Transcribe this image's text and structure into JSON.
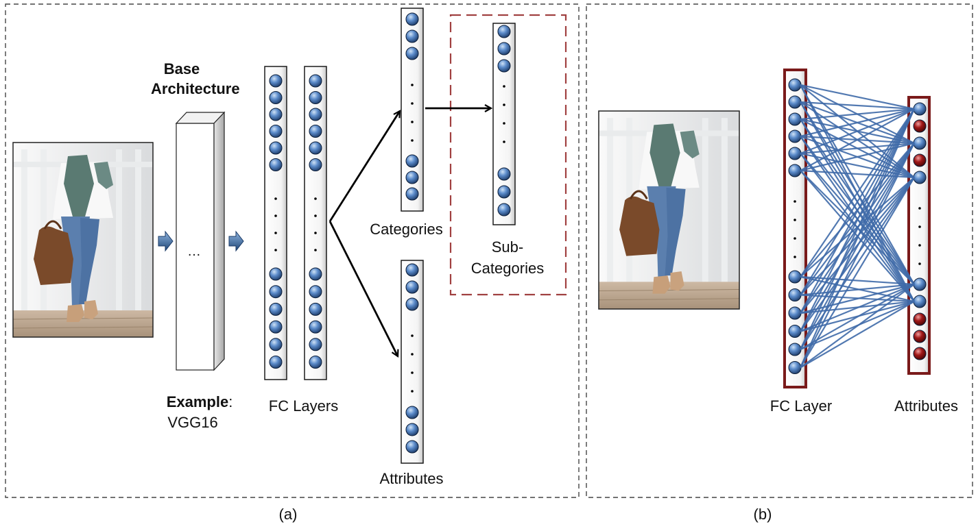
{
  "panel_a": {
    "caption": "(a)",
    "base_architecture_title": "Base\nArchitecture",
    "block_ellipsis": "…",
    "example_prefix": "Example",
    "example_suffix": ":",
    "example_value": "VGG16",
    "fc_layers_label": "FC Layers",
    "categories_label": "Categories",
    "subcategories_label": "Sub-\nCategories",
    "attributes_label": "Attributes"
  },
  "panel_b": {
    "caption": "(b)",
    "fc_layer_label": "FC Layer",
    "attributes_label": "Attributes",
    "attribute_nodes_active": [
      true,
      false,
      true,
      false,
      true,
      false,
      false,
      false,
      false,
      false,
      true,
      true,
      false,
      false,
      false
    ]
  },
  "colors": {
    "node_blue": "#4a78b8",
    "node_red": "#8a1010",
    "frame_red": "#7a1a1a",
    "dashed_red": "#a04040",
    "arrow_blue": "#2d5a8c",
    "connection_blue": "#3f6aa8"
  }
}
